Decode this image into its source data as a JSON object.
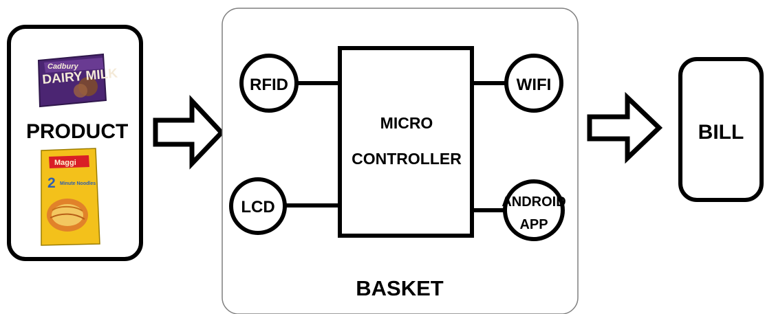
{
  "diagram": {
    "product_block": {
      "label": "PRODUCT",
      "chocolate_brand": "Cadbury",
      "chocolate_name": "DAIRY MILK",
      "noodle_brand": "Maggi",
      "noodle_number": "2",
      "noodle_text": "Minute Noodles"
    },
    "basket_block": {
      "label": "BASKET",
      "microcontroller_line1": "MICRO",
      "microcontroller_line2": "CONTROLLER",
      "rfid_label": "RFID",
      "lcd_label": "LCD",
      "wifi_label": "WIFI",
      "android_line1": "ANDROID",
      "android_line2": "APP"
    },
    "bill_block": {
      "label": "BILL"
    },
    "colors": {
      "stroke": "#000000",
      "background": "#ffffff",
      "chocolate_purple": "#4b2572",
      "chocolate_accent": "#6f3f98",
      "chocolate_text": "#f4ead8",
      "noodle_yellow": "#f3c11b",
      "noodle_red": "#d91f26",
      "noodle_blue": "#2f5fae",
      "noodle_orange": "#df7b2c"
    },
    "icons": {
      "left_arrow": "right-arrow-icon",
      "right_arrow": "right-arrow-icon"
    }
  }
}
